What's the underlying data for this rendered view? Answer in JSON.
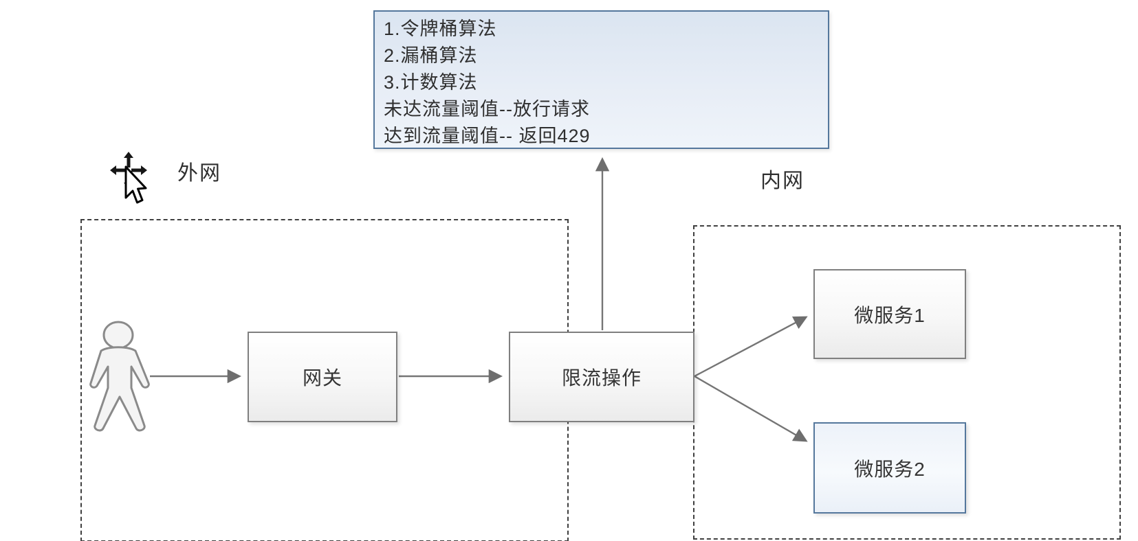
{
  "note": {
    "lines": [
      "1.令牌桶算法",
      "2.漏桶算法",
      "3.计数算法",
      "未达流量阈值--放行请求",
      "达到流量阈值-- 返回429"
    ]
  },
  "zones": {
    "external": {
      "label": "外网"
    },
    "internal": {
      "label": "内网"
    }
  },
  "nodes": {
    "gateway": {
      "label": "网关"
    },
    "rate_limit": {
      "label": "限流操作"
    },
    "microservice1": {
      "label": "微服务1"
    },
    "microservice2": {
      "label": "微服务2"
    }
  },
  "icons": {
    "actor": "person-icon",
    "cursor": "move-cursor-icon"
  },
  "colors": {
    "background": "#ffffff",
    "gray_box_border": "#7f7f7f",
    "blue_border": "#54779c",
    "note_fill": "#dfe8f2",
    "arrow": "#757575",
    "zone_border": "#3f3f3f",
    "text": "#2f2f2f"
  }
}
